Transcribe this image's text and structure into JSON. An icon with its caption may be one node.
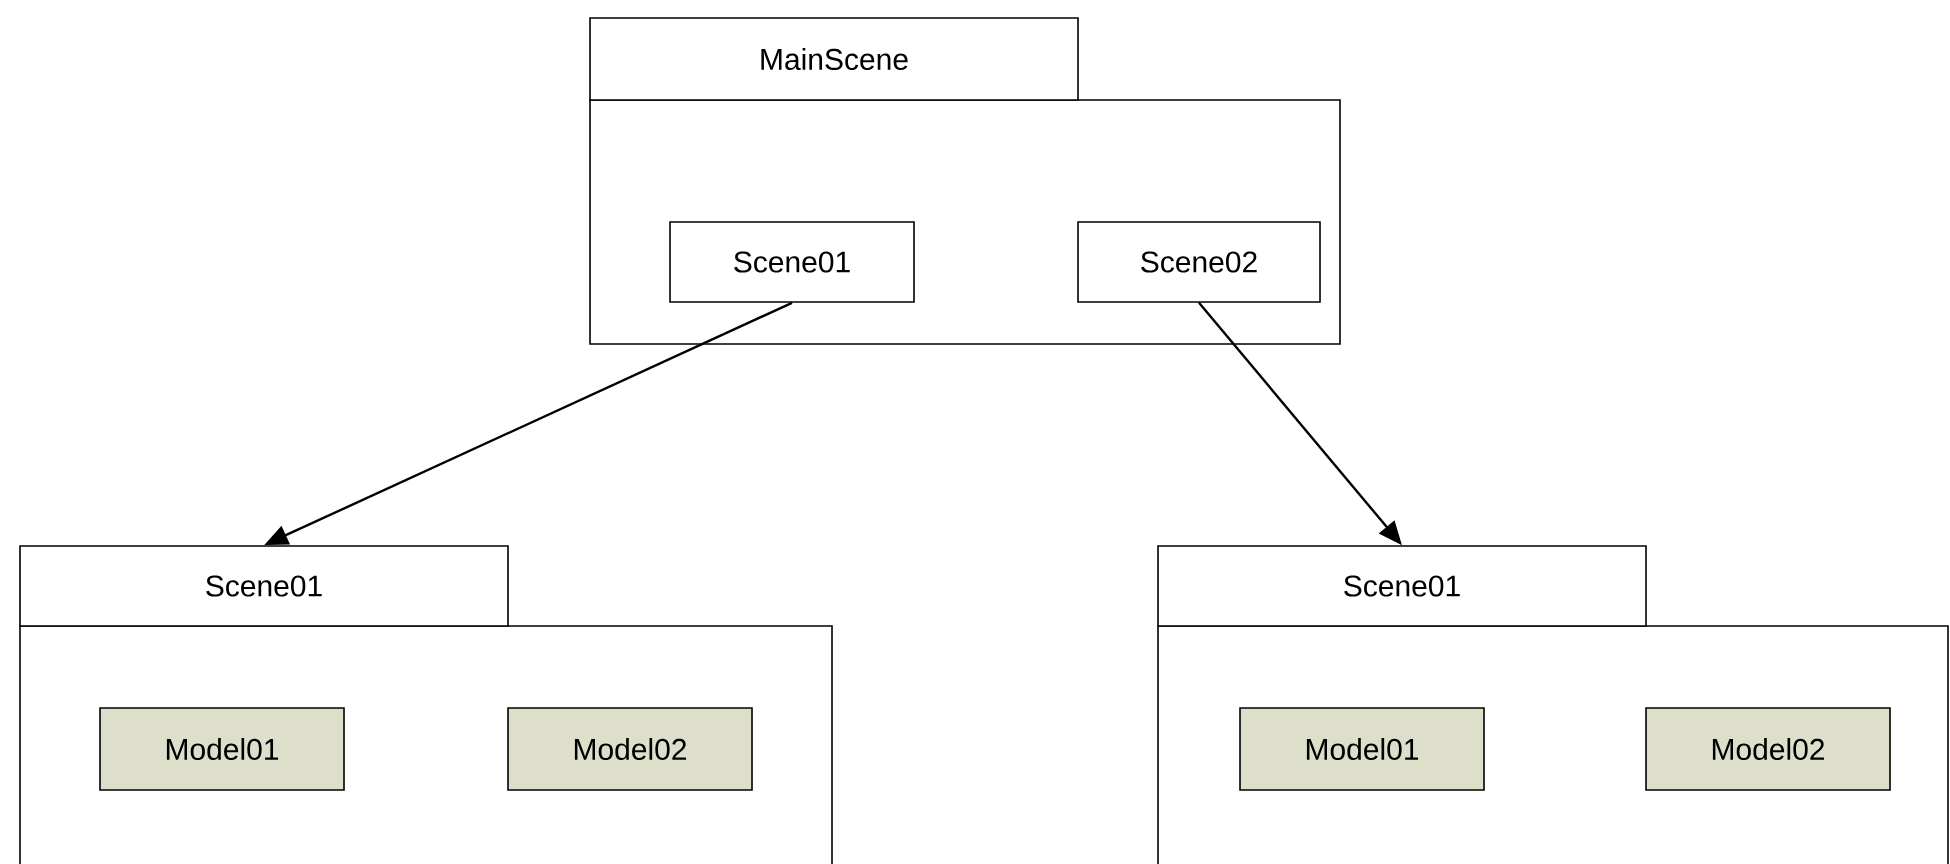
{
  "diagram": {
    "nodes": [
      {
        "text": [
          "MainScene"
        ]
      },
      {
        "text": [
          "Scene01"
        ],
        "in": 0
      },
      {
        "text": [
          "Scene02"
        ],
        "in": 0
      },
      {
        "text": [
          "Scene01"
        ]
      },
      {
        "text": [
          "Model01"
        ],
        "in": 3
      },
      {
        "text": [
          "Model02"
        ],
        "in": 3
      },
      {
        "text": [
          "Scene01"
        ]
      },
      {
        "text": [
          "Model01"
        ],
        "in": 6
      },
      {
        "text": [
          "Model02"
        ],
        "in": 6
      }
    ],
    "edges": [
      {
        "from": 1,
        "to": 3,
        "arrow": "to"
      },
      {
        "from": 2,
        "to": 6,
        "arrow": "to"
      }
    ]
  }
}
